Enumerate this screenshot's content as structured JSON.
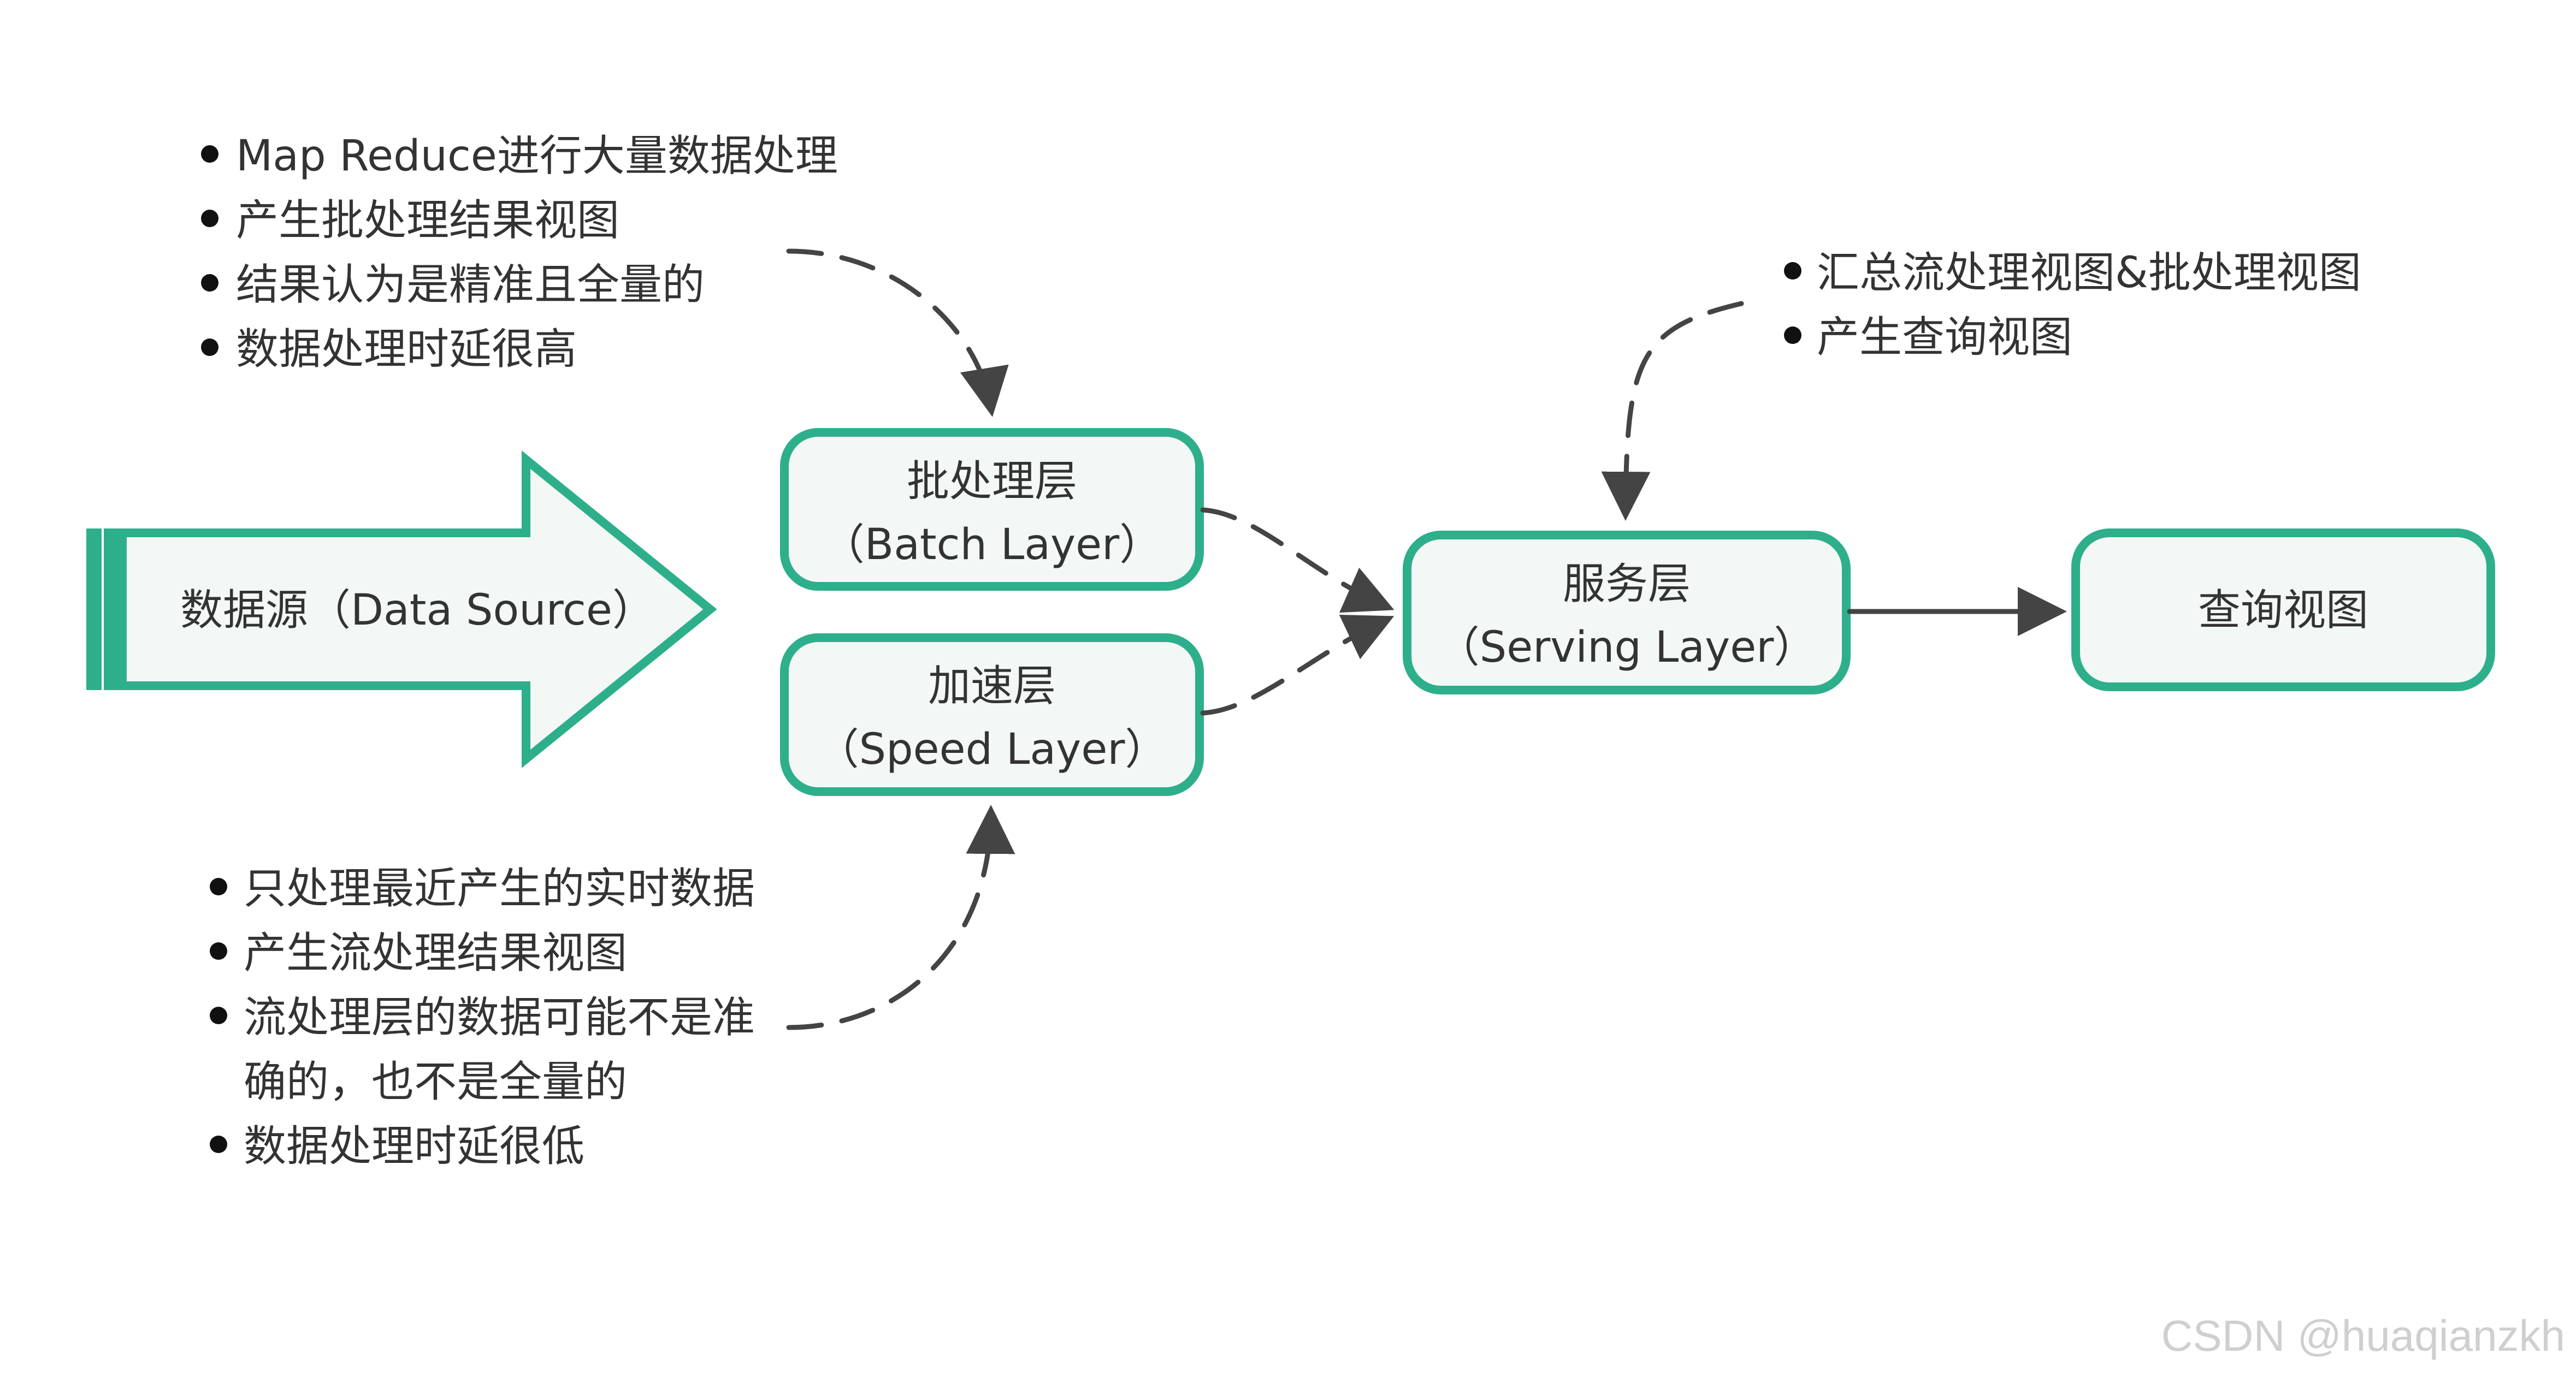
{
  "source": {
    "label": "数据源（Data Source）"
  },
  "batch_layer": {
    "title": "批处理层",
    "subtitle": "（Batch Layer）"
  },
  "speed_layer": {
    "title": "加速层",
    "subtitle": "（Speed Layer）"
  },
  "serving_layer": {
    "title": "服务层",
    "subtitle": "（Serving Layer）"
  },
  "query_view": {
    "label": "查询视图"
  },
  "batch_notes": [
    "Map Reduce进行大量数据处理",
    "产生批处理结果视图",
    "结果认为是精准且全量的",
    "数据处理时延很高"
  ],
  "speed_notes": {
    "item_1": "只处理最近产生的实时数据",
    "item_2": "产生流处理结果视图",
    "item_3_line_1": "流处理层的数据可能不是准",
    "item_3_line_2": "确的，也不是全量的",
    "item_4": "数据处理时延很低"
  },
  "serving_notes": [
    "汇总流处理视图&批处理视图",
    "产生查询视图"
  ],
  "watermark": "CSDN @huaqianzkh",
  "colors": {
    "node_border": "#2eaf8b",
    "node_fill": "#f3f7f5",
    "connector": "#444444",
    "text": "#333333",
    "watermark": "#cfcfcf"
  }
}
